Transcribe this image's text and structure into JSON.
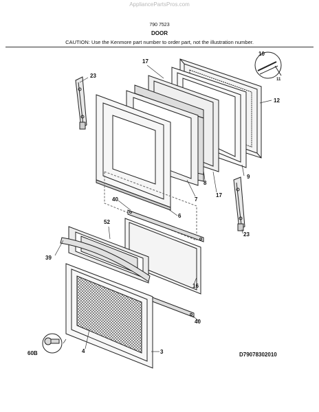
{
  "watermark": "AppliancePartsPros.com",
  "header": {
    "code": "790 7523",
    "title": "DOOR",
    "caution": "CAUTION: Use the Kenmore part number to order part, not the illustration number."
  },
  "callouts": {
    "c23a": "23",
    "c17a": "17",
    "c10": "10",
    "c11": "11",
    "c12": "12",
    "c8": "8",
    "c9": "9",
    "c7": "7",
    "c17b": "17",
    "c40a": "40",
    "c6": "6",
    "c23b": "23",
    "c52": "52",
    "c39": "39",
    "c16": "16",
    "c40b": "40",
    "c60b": "60B",
    "c4": "4",
    "c3": "3"
  },
  "figure_id": "D79078302010"
}
